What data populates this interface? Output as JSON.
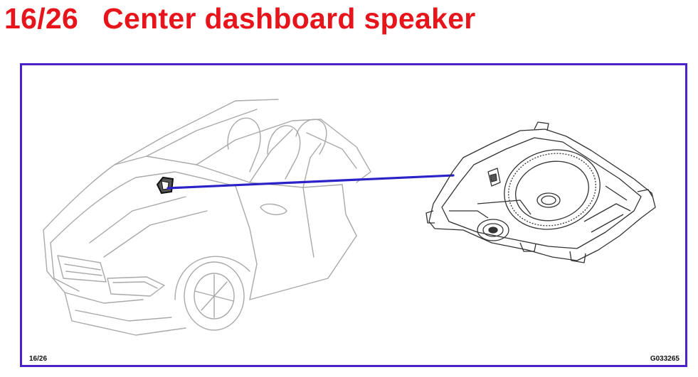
{
  "header": {
    "page_indicator": "16/26",
    "title": "Center dashboard speaker"
  },
  "figure": {
    "page_label": "16/26",
    "figure_code": "G033265",
    "colors": {
      "title": "#e8141b",
      "frame": "#4b22c9",
      "leader_line": "#2a21c8",
      "outline": "#a9a9a9",
      "speaker_line": "#333333",
      "highlight": "#111111"
    },
    "callout": {
      "from": "dashboard-speaker-location",
      "to": "center-dashboard-speaker-unit"
    }
  }
}
